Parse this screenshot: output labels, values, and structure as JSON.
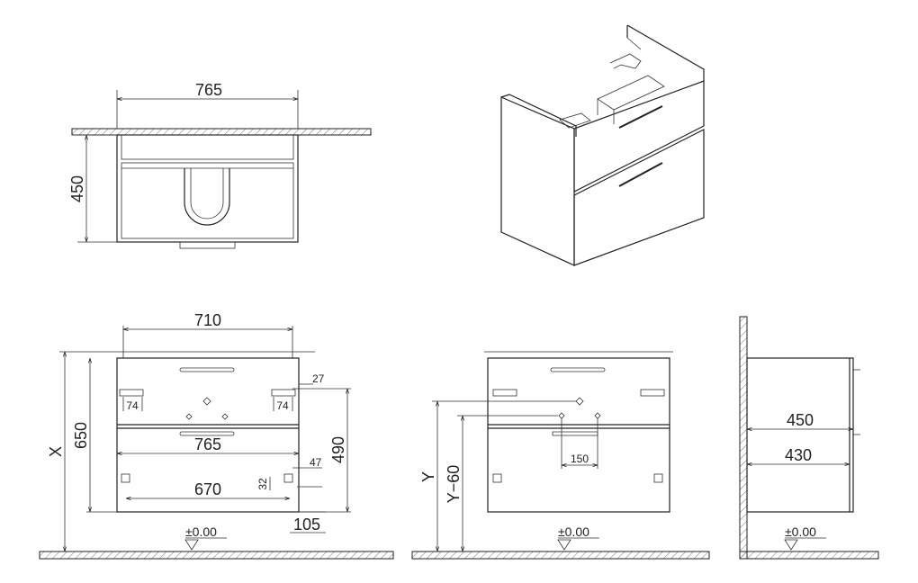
{
  "plan_view": {
    "width": "765",
    "depth": "450"
  },
  "front_view": {
    "top_width": "710",
    "right_offset": "27",
    "bracket_left": "74",
    "bracket_right": "74",
    "drawer_width": "765",
    "inner_width": "670",
    "height_total": "650",
    "height_x": "X",
    "right_height": "490",
    "side_offset": "47",
    "small_offset": "32",
    "bottom_offset": "105",
    "floor_level": "±0.00"
  },
  "rear_view": {
    "label_y": "Y",
    "label_y60": "Y−60",
    "spacing": "150",
    "floor_level": "±0.00"
  },
  "side_view": {
    "depth_outer": "450",
    "depth_inner": "430",
    "floor_level": "±0.00"
  }
}
